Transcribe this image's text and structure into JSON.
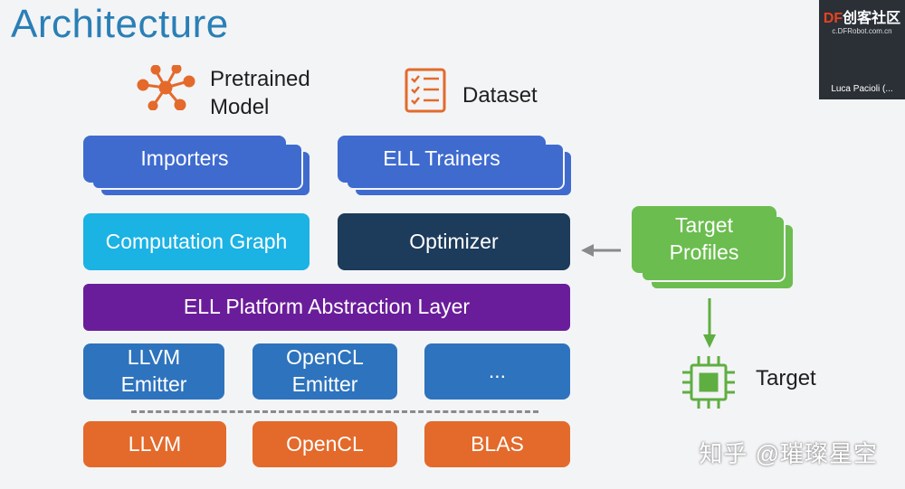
{
  "title": "Architecture",
  "inputs": {
    "pretrained_model": "Pretrained\nModel",
    "dataset": "Dataset"
  },
  "blocks": {
    "importers": "Importers",
    "ell_trainers": "ELL Trainers",
    "computation_graph": "Computation Graph",
    "optimizer": "Optimizer",
    "target_profiles_line1": "Target",
    "target_profiles_line2": "Profiles",
    "platform_layer": "ELL Platform Abstraction Layer",
    "llvm_emitter_line1": "LLVM",
    "llvm_emitter_line2": "Emitter",
    "opencl_emitter_line1": "OpenCL",
    "opencl_emitter_line2": "Emitter",
    "more_emitters": "...",
    "llvm": "LLVM",
    "opencl": "OpenCL",
    "blas": "BLAS",
    "target": "Target"
  },
  "watermark": {
    "brand_df": "DF",
    "brand_rest": "创客社区",
    "url": "c.DFRobot.com.cn",
    "speaker": "Luca Pacioli (..."
  },
  "footer_watermark": "知乎 @璀璨星空",
  "colors": {
    "title": "#2a7fb6",
    "blue_stack": "#3f6bcf",
    "cyan": "#1bb2e4",
    "navy": "#1d3b5b",
    "purple": "#6a1d9a",
    "emitter_blue": "#2e73bd",
    "orange": "#e36a2b",
    "green": "#6bbd4f",
    "icon_orange": "#e36a2b"
  }
}
